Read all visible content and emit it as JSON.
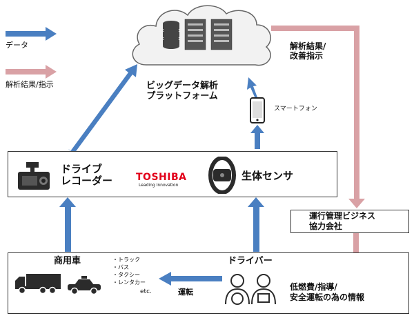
{
  "legend": {
    "data_label": "データ",
    "instruction_label": "解析結果/指示"
  },
  "colors": {
    "data_arrow": "#4a7fc1",
    "instruction_arrow": "#d9a1a5",
    "toshiba_red": "#e2001a",
    "box_border": "#333333",
    "icon_dark": "#2b2b2b"
  },
  "cloud": {
    "label": "ビッグデータ解析\nプラットフォーム"
  },
  "right_label": "解析結果/\n改善指示",
  "smartphone": {
    "label": "スマートフォン"
  },
  "devices_box": {
    "recorder_label": "ドライブ\nレコーダー",
    "brand": "TOSHIBA",
    "tagline": "Leading Innovation",
    "sensor_label": "生体センサ"
  },
  "operator_box": {
    "label": "運行管理ビジネス\n協力会社"
  },
  "bottom_box": {
    "vehicles_label": "商用車",
    "vehicle_types": [
      "・トラック",
      "・バス",
      "・タクシー",
      "・レンタカー"
    ],
    "vehicle_etc": "etc.",
    "driving_label": "運転",
    "driver_label": "ドライバー",
    "info_label": "低燃費/指導/\n安全運転の為の情報"
  }
}
